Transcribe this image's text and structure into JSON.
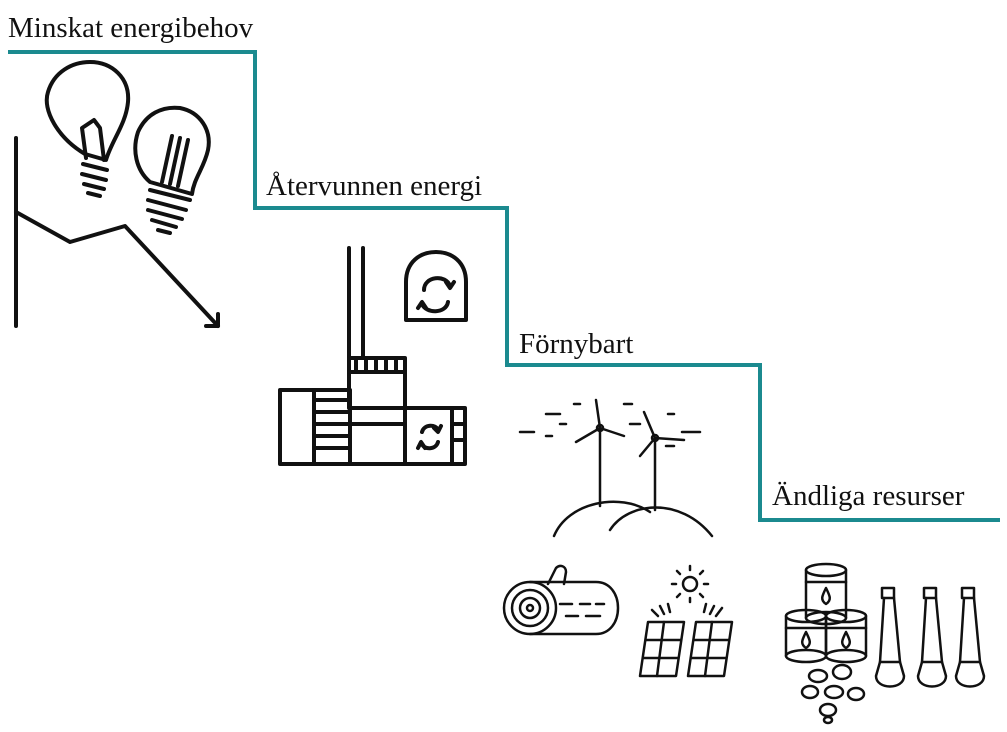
{
  "steps": [
    {
      "label": "Minskat energibehov"
    },
    {
      "label": "Återvunnen energi"
    },
    {
      "label": "Förnybart"
    },
    {
      "label": "Ändliga resurser"
    }
  ],
  "colors": {
    "staircase": "#1b8a8f",
    "icons": "#111111"
  },
  "icons": [
    "light-bulb-icon",
    "downward-trend-arrow-icon",
    "recycling-plant-icon",
    "wind-turbine-icon",
    "firewood-log-icon",
    "solar-panel-icon",
    "oil-barrel-icon",
    "coal-pile-icon",
    "gas-cylinder-icon"
  ]
}
